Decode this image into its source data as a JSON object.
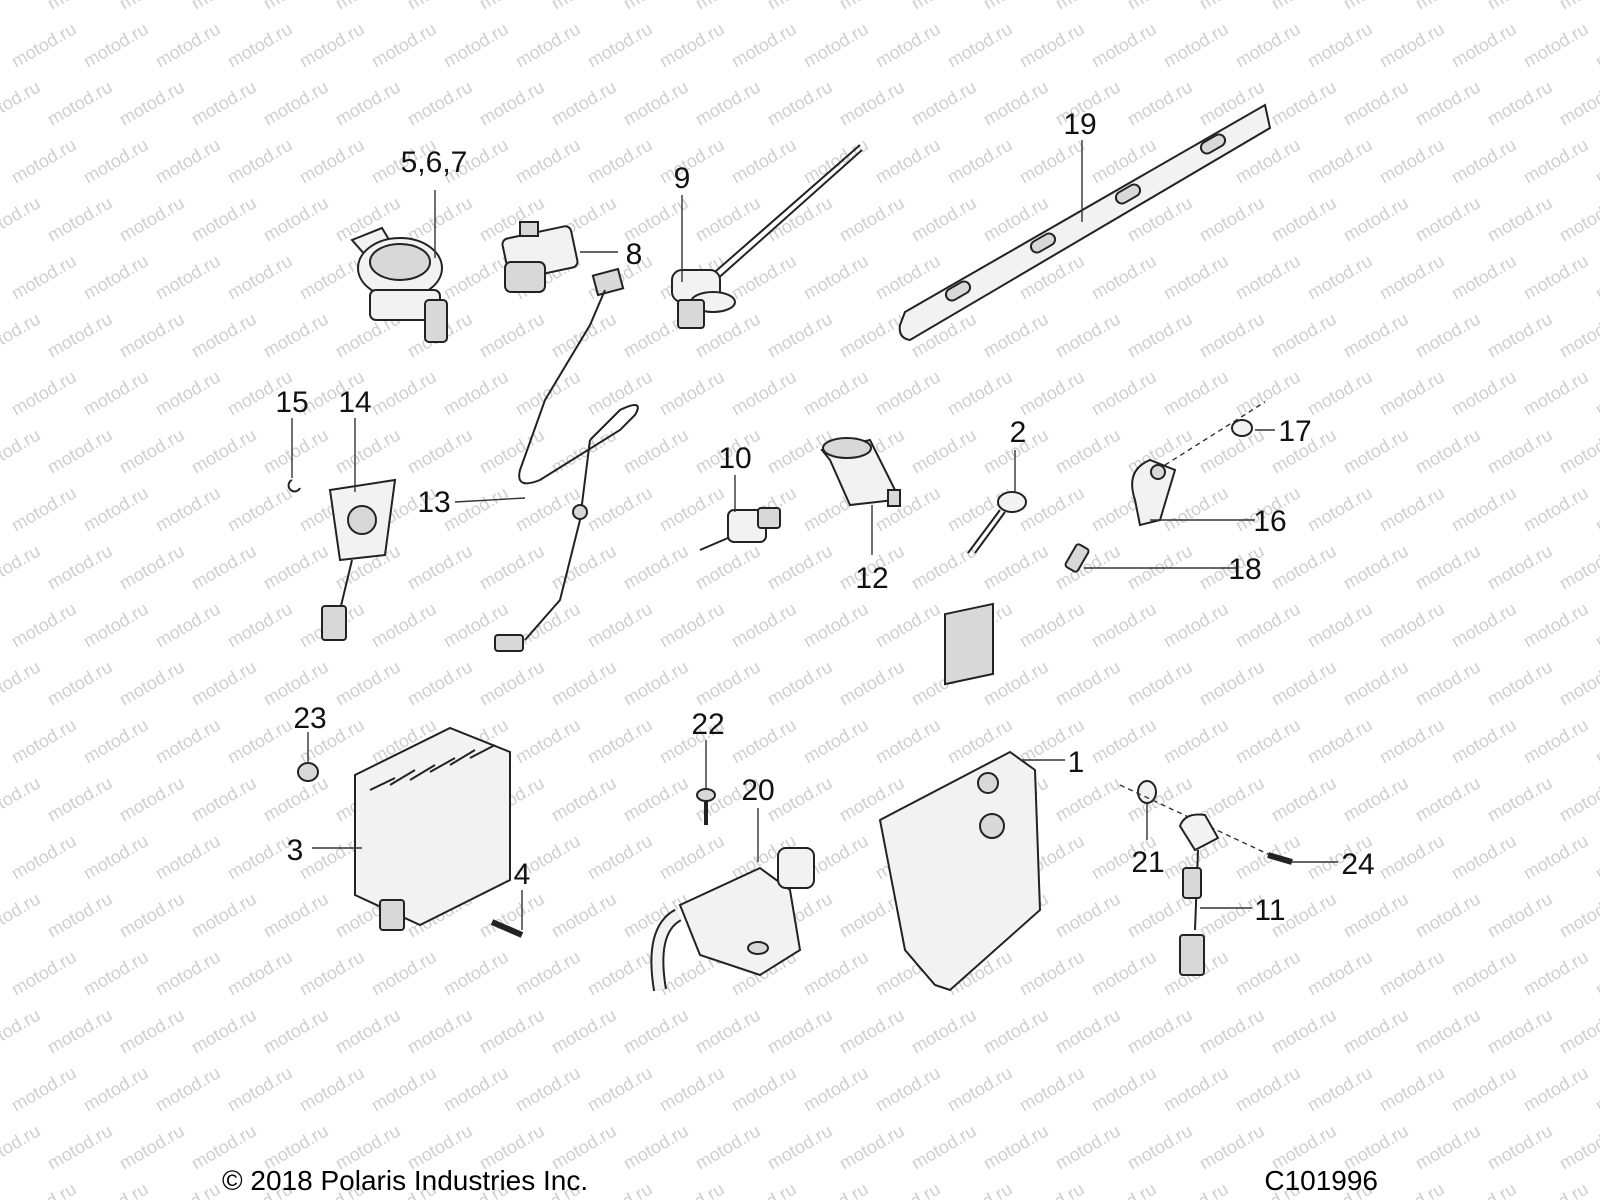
{
  "watermark": "motod.ru",
  "footer": {
    "copyright": "© 2018 Polaris Industries Inc.",
    "figure_id": "C101996"
  },
  "callouts": {
    "c1": "1",
    "c2": "2",
    "c3": "3",
    "c4": "4",
    "c567": "5,6,7",
    "c8": "8",
    "c9": "9",
    "c10": "10",
    "c11": "11",
    "c12": "12",
    "c13": "13",
    "c14": "14",
    "c15": "15",
    "c16": "16",
    "c17": "17",
    "c18": "18",
    "c19": "19",
    "c20": "20",
    "c21": "21",
    "c22": "22",
    "c23": "23",
    "c24": "24"
  },
  "colors": {
    "line": "#222222",
    "watermark": "#cfcfcf",
    "fill": "#f2f2f2"
  }
}
